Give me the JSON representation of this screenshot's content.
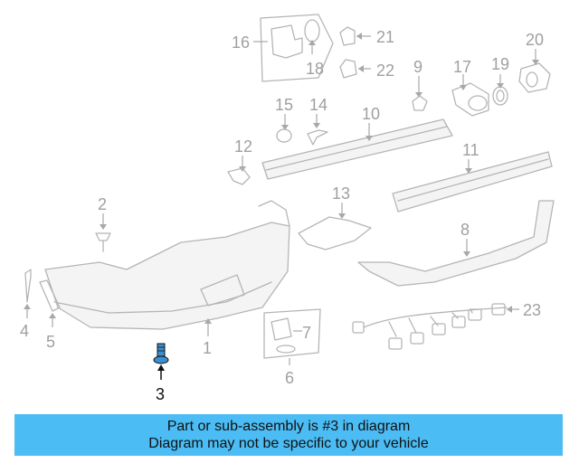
{
  "diagram": {
    "callouts": [
      "1",
      "2",
      "3",
      "4",
      "5",
      "6",
      "7",
      "8",
      "9",
      "10",
      "11",
      "12",
      "13",
      "14",
      "15",
      "16",
      "17",
      "18",
      "19",
      "20",
      "21",
      "22",
      "23"
    ],
    "highlighted_part": "3"
  },
  "banner": {
    "line1": "Part or sub-assembly is #3 in diagram",
    "line2": "Diagram may not be specific to your vehicle"
  }
}
